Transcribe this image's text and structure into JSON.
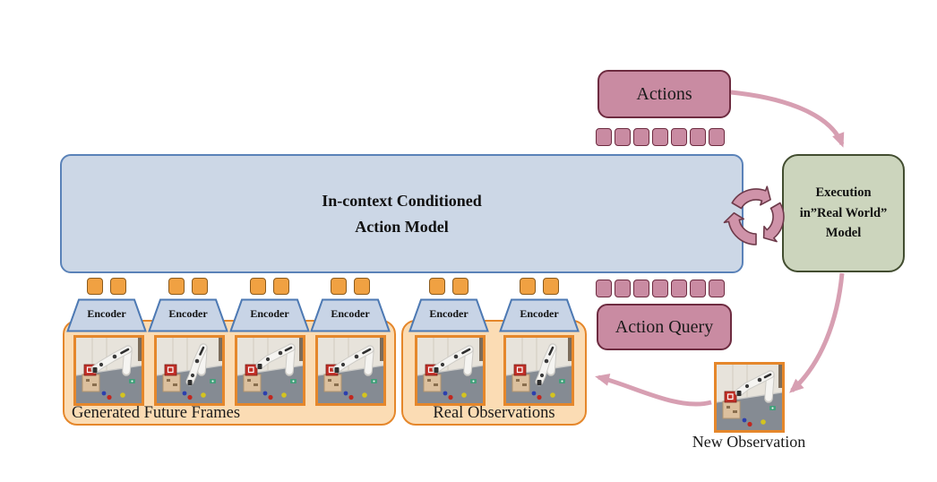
{
  "labels": {
    "model_title_line1": "In-context Conditioned",
    "model_title_line2": "Action Model",
    "actions": "Actions",
    "action_query": "Action Query",
    "execution_line1": "Execution",
    "execution_line2": "in”Real World”",
    "execution_line3": "Model",
    "encoder": "Encoder",
    "generated_future_frames": "Generated Future Frames",
    "real_observations": "Real Observations",
    "new_observation": "New Observation"
  },
  "tokens": {
    "action_token_count": 7,
    "action_query_token_count": 7,
    "visual_tokens_per_encoder": 2
  },
  "encoders": {
    "count": 6,
    "label": "Encoder"
  },
  "frames": {
    "generated": [
      {
        "name": "generated-frame-1",
        "pose": 0
      },
      {
        "name": "generated-frame-2",
        "pose": 1
      },
      {
        "name": "generated-frame-3",
        "pose": 2
      },
      {
        "name": "generated-frame-4",
        "pose": 0
      }
    ],
    "real": [
      {
        "name": "real-observation-1",
        "pose": 0
      },
      {
        "name": "real-observation-2",
        "pose": 1
      }
    ],
    "new_observation": {
      "name": "new-observation-frame",
      "pose": 2
    }
  },
  "icons": {
    "cycle": "cycle-arrows-icon",
    "arrow_actions_to_execution": "actions-to-execution-arrow",
    "arrow_execution_to_new_observation": "execution-to-new-observation-arrow",
    "arrow_new_observation_to_real": "new-observation-to-real-observations-arrow"
  },
  "colors": {
    "pink_fill": "#c98ba2",
    "pink_border": "#6d2b40",
    "blue_fill": "#ccd7e6",
    "blue_border": "#5a82b8",
    "trapezoid_fill": "#c8d4e6",
    "trapezoid_border": "#4d79b3",
    "orange_token_fill": "#f0a142",
    "orange_token_border": "#8a5a1d",
    "container_fill": "#fbdcb4",
    "container_border": "#e5872b",
    "image_border": "#e5872b",
    "green_fill": "#ccd5bd",
    "green_border": "#424d30",
    "arrow_pink": "#d79fb2",
    "cycle_fill": "#cf93a9",
    "cycle_outline": "#6d3a4a"
  }
}
